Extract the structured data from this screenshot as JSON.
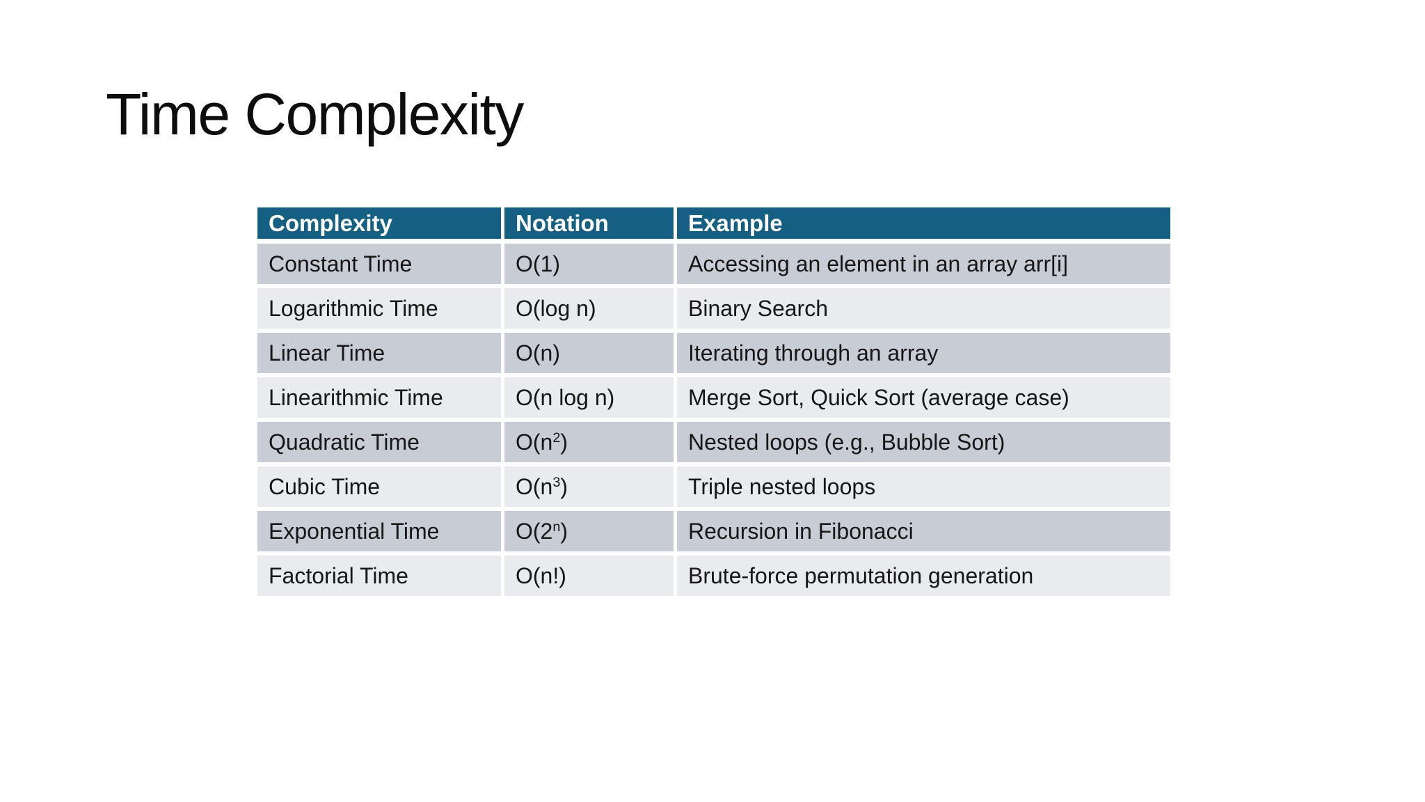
{
  "slide": {
    "title": "Time Complexity",
    "background": "#ffffff",
    "title_color": "#0d0d0d"
  },
  "table": {
    "columns": [
      "Complexity",
      "Notation",
      "Example"
    ],
    "colors": {
      "header_bg": "#156082",
      "header_text": "#ffffff",
      "band_dark": "#c8cdd5",
      "band_light": "#e9ebee",
      "separator": "#ffffff",
      "body_text": "#161616"
    },
    "rows": [
      {
        "complexity": "Constant Time",
        "notation": {
          "pre": "O(1)",
          "sup": "",
          "post": ""
        },
        "example": "Accessing an element in an array arr[i]"
      },
      {
        "complexity": "Logarithmic Time",
        "notation": {
          "pre": "O(log n)",
          "sup": "",
          "post": ""
        },
        "example": "Binary Search"
      },
      {
        "complexity": "Linear Time",
        "notation": {
          "pre": "O(n)",
          "sup": "",
          "post": ""
        },
        "example": "Iterating through an array"
      },
      {
        "complexity": "Linearithmic Time",
        "notation": {
          "pre": "O(n log n)",
          "sup": "",
          "post": ""
        },
        "example": "Merge Sort, Quick Sort (average case)"
      },
      {
        "complexity": "Quadratic Time",
        "notation": {
          "pre": "O(n",
          "sup": "2",
          "post": ")"
        },
        "example": "Nested loops (e.g., Bubble Sort)"
      },
      {
        "complexity": "Cubic Time",
        "notation": {
          "pre": "O(n",
          "sup": "3",
          "post": ")"
        },
        "example": "Triple nested loops"
      },
      {
        "complexity": "Exponential Time",
        "notation": {
          "pre": "O(2",
          "sup": "n",
          "post": ")"
        },
        "example": "Recursion in Fibonacci"
      },
      {
        "complexity": "Factorial Time",
        "notation": {
          "pre": "O(n!)",
          "sup": "",
          "post": ""
        },
        "example": "Brute-force permutation generation"
      }
    ]
  }
}
